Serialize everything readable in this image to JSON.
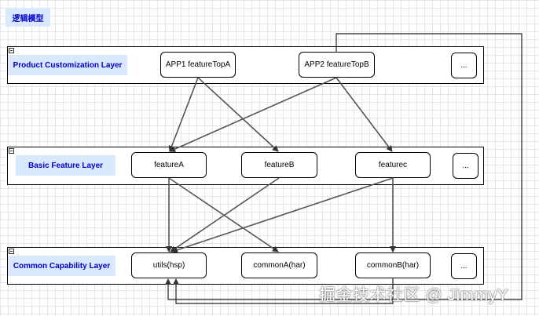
{
  "diagram": {
    "title": "逻辑模型",
    "layers": [
      {
        "label": "Product Customization Layer",
        "nodes": [
          "APP1  featureTopA",
          "APP2  featureTopB",
          "..."
        ]
      },
      {
        "label": "Basic Feature Layer",
        "nodes": [
          "featureA",
          "featureB",
          "featurec",
          "..."
        ]
      },
      {
        "label": "Common Capability Layer",
        "nodes": [
          "utils(hsp)",
          "commonA(har)",
          "commonB(har)",
          "..."
        ]
      }
    ],
    "edges": [
      {
        "from": "APP1  featureTopA",
        "to": "featureA"
      },
      {
        "from": "APP1  featureTopA",
        "to": "featureB"
      },
      {
        "from": "APP2  featureTopB",
        "to": "featureA"
      },
      {
        "from": "APP2  featureTopB",
        "to": "featurec"
      },
      {
        "from": "APP2  featureTopB",
        "to": "utils(hsp)"
      },
      {
        "from": "featureA",
        "to": "utils(hsp)"
      },
      {
        "from": "featureA",
        "to": "commonA(har)"
      },
      {
        "from": "featureB",
        "to": "utils(hsp)"
      },
      {
        "from": "featurec",
        "to": "utils(hsp)"
      },
      {
        "from": "featurec",
        "to": "commonB(har)"
      },
      {
        "from": "commonB(har)",
        "to": "utils(hsp)"
      }
    ]
  },
  "watermark": "掘金技术社区 @ JimmyY"
}
